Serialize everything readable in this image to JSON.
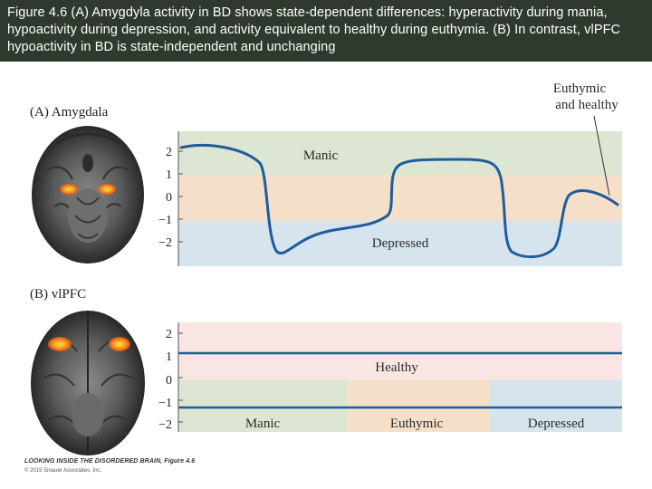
{
  "caption": "Figure 4.6 (A) Amygdyla activity in BD shows state-dependent differences: hyperactivity during mania, hypoactivity during depression, and activity equivalent to healthy during euthymia. (B) In contrast, vlPFC hypoactivity in BD is state-independent and unchanging",
  "panel_a": {
    "label": "(A)  Amygdala",
    "ticks": [
      "2",
      "1",
      "0",
      "−1",
      "−2"
    ],
    "bands": {
      "manic": "Manic",
      "depressed": "Depressed"
    },
    "annotation": [
      "Euthymic",
      "and healthy"
    ],
    "colors": {
      "manic_band": "#dde6d2",
      "neutral_band": "#f4e0c8",
      "depressed_band": "#d6e4ee",
      "trace": "#1f5c9e"
    }
  },
  "panel_b": {
    "label": "(B)  vlPFC",
    "ticks": [
      "2",
      "1",
      "0",
      "−1",
      "−2"
    ],
    "healthy_label": "Healthy",
    "states": [
      "Manic",
      "Euthymic",
      "Depressed"
    ],
    "colors": {
      "top_band": "#f9e6e3",
      "manic_band": "#dde6d2",
      "euthymic_band": "#f4e0c8",
      "depressed_band": "#d6e4ee",
      "trace": "#1f5c9e"
    }
  },
  "credit": {
    "book": "LOOKING INSIDE THE DISORDERED BRAIN, Figure 4.6",
    "copyright": "© 2015 Sinauer Associates, Inc."
  }
}
